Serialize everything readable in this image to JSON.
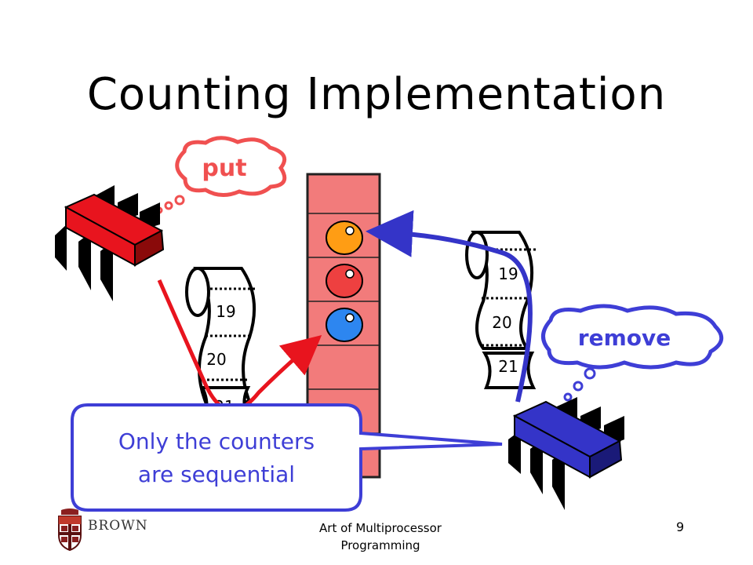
{
  "slide": {
    "title": "Counting Implementation",
    "footer_text": "Art of Multiprocessor Programming",
    "page_number": "9",
    "logo_text": "BROWN"
  },
  "diagram": {
    "put_bubble": "put",
    "remove_bubble": "remove",
    "callout": [
      "Only the counters",
      "are sequential"
    ],
    "left_counter_roll": [
      "19",
      "20",
      "21"
    ],
    "right_counter_roll": [
      "19",
      "20",
      "21"
    ],
    "colors": {
      "red_thread": "#e8141e",
      "blue_thread": "#3434c8",
      "array_fill": "#f27b7b",
      "ball_orange": "#ff9d14",
      "ball_red": "#ee4040",
      "ball_blue": "#2d86f0",
      "bubble_red": "#f05050",
      "bubble_blue": "#3e3ed6"
    }
  }
}
